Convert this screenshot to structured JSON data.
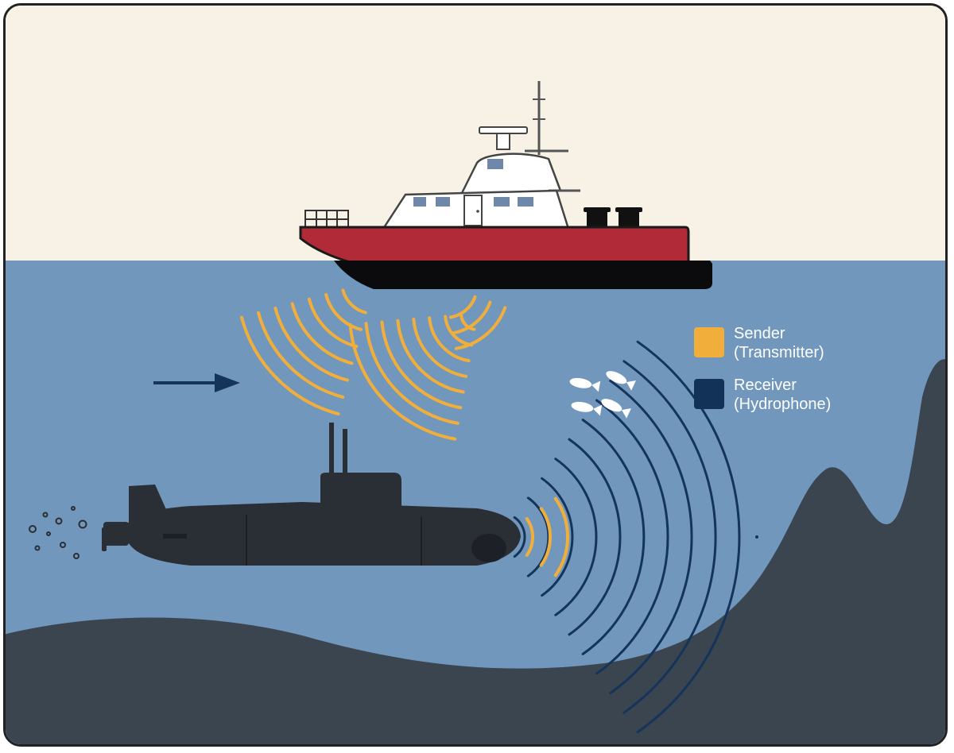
{
  "legend": {
    "sender": {
      "line1": "Sender",
      "line2": "(Transmitter)",
      "color": "#f2ae3a"
    },
    "receiver": {
      "line1": "Receiver",
      "line2": "(Hydrophone)",
      "color": "#123257"
    }
  },
  "colors": {
    "sky": "#f8f2e6",
    "water": "#7197bc",
    "seabed": "#3a4550",
    "hull_red": "#b12a38",
    "hull_black": "#0b0b0e",
    "submarine": "#2a2e35",
    "arrow": "#14345a"
  },
  "icons": [
    "ship-icon",
    "submarine-icon",
    "fish-icon",
    "arrow-right-icon",
    "bubble-icon"
  ]
}
